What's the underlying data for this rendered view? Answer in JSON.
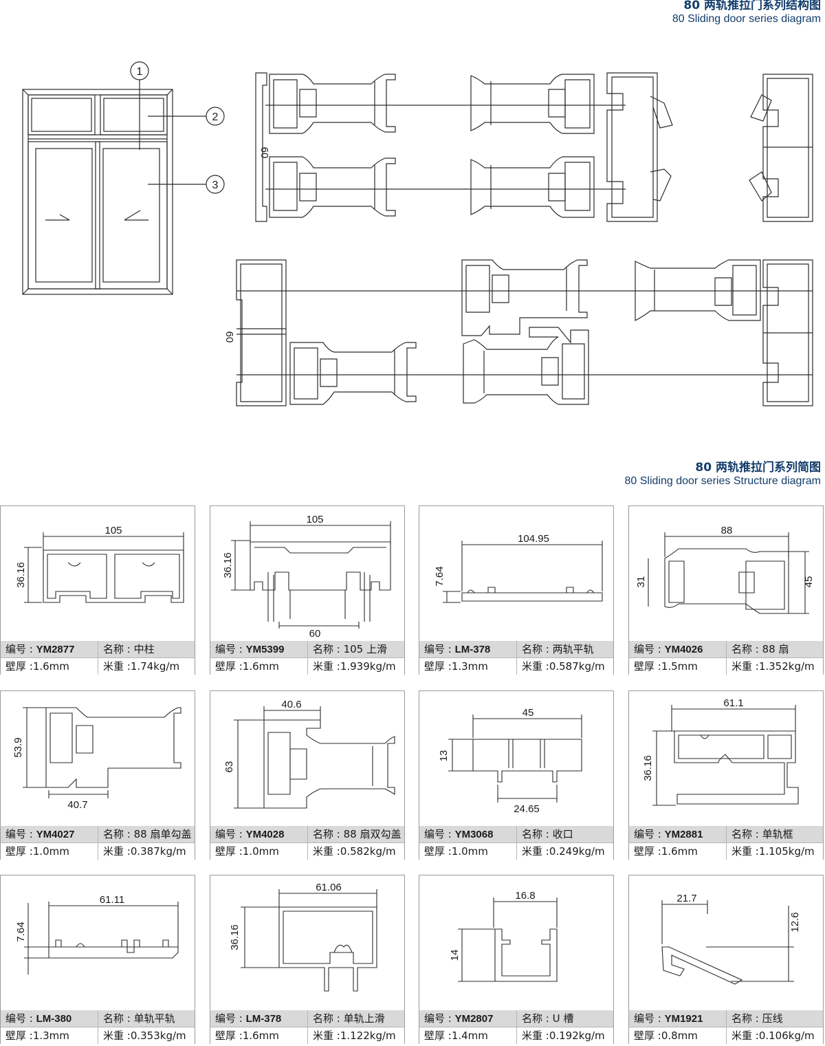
{
  "header_top": {
    "title_cn": "80 两轨推拉门系列结构图",
    "title_en": "80 Sliding door series diagram"
  },
  "header_mid": {
    "title_cn": "80 两轨推拉门系列简图",
    "title_en": "80 Sliding door series Structure diagram"
  },
  "elevation": {
    "callouts": [
      "1",
      "2",
      "3"
    ]
  },
  "section_dims": {
    "top": "60",
    "bottom": "60"
  },
  "labels": {
    "code": "编号 : ",
    "name": "名称 : ",
    "wall": "壁厚 :",
    "weight": "米重 :"
  },
  "profiles": [
    {
      "code": "YM2877",
      "name": "中柱",
      "wall": "1.6mm",
      "weight": "1.74kg/m",
      "dims": [
        "105",
        "36.16"
      ]
    },
    {
      "code": "YM5399",
      "name": "105 上滑",
      "wall": "1.6mm",
      "weight": "1.939kg/m",
      "dims": [
        "105",
        "36.16",
        "60"
      ]
    },
    {
      "code": "LM-378",
      "name": "两轨平轨",
      "wall": "1.3mm",
      "weight": "0.587kg/m",
      "dims": [
        "104.95",
        "7.64"
      ]
    },
    {
      "code": "YM4026",
      "name": "88 扇",
      "wall": "1.5mm",
      "weight": "1.352kg/m",
      "dims": [
        "88",
        "31",
        "45"
      ]
    },
    {
      "code": "YM4027",
      "name": "88 扇单勾盖",
      "wall": "1.0mm",
      "weight": "0.387kg/m",
      "dims": [
        "53.9",
        "40.7"
      ]
    },
    {
      "code": "YM4028",
      "name": "88 扇双勾盖",
      "wall": "1.0mm",
      "weight": "0.582kg/m",
      "dims": [
        "40.6",
        "63"
      ]
    },
    {
      "code": "YM3068",
      "name": "收口",
      "wall": "1.0mm",
      "weight": "0.249kg/m",
      "dims": [
        "45",
        "13",
        "24.65"
      ]
    },
    {
      "code": "YM2881",
      "name": "单轨框",
      "wall": "1.6mm",
      "weight": "1.105kg/m",
      "dims": [
        "61.1",
        "36.16"
      ]
    },
    {
      "code": "LM-380",
      "name": "单轨平轨",
      "wall": "1.3mm",
      "weight": "0.353kg/m",
      "dims": [
        "61.11",
        "7.64"
      ]
    },
    {
      "code": "LM-378",
      "name": "单轨上滑",
      "wall": "1.6mm",
      "weight": "1.122kg/m",
      "dims": [
        "61.06",
        "36.16"
      ]
    },
    {
      "code": "YM2807",
      "name": "U 槽",
      "wall": "1.4mm",
      "weight": "0.192kg/m",
      "dims": [
        "16.8",
        "14"
      ]
    },
    {
      "code": "YM1921",
      "name": "压线",
      "wall": "0.8mm",
      "weight": "0.106kg/m",
      "dims": [
        "21.7",
        "12.6"
      ]
    }
  ]
}
